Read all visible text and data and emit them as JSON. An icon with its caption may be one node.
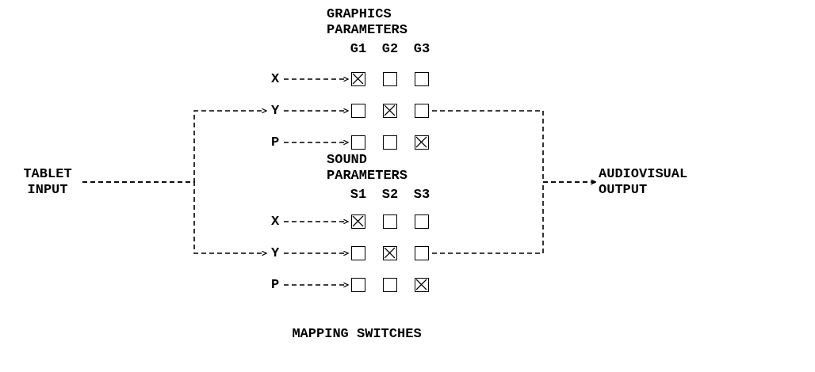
{
  "diagram": {
    "caption": "MAPPING SWITCHES",
    "nodes": [
      {
        "text": [
          "TABLET INPUT"
        ]
      },
      {
        "text": [
          "X"
        ]
      },
      {
        "text": [
          "Y"
        ]
      },
      {
        "text": [
          "P"
        ]
      },
      {
        "text": [],
        "shape": "checked"
      },
      {
        "text": [],
        "shape": "box"
      },
      {
        "text": [],
        "shape": "box"
      },
      {
        "text": [],
        "shape": "box"
      },
      {
        "text": [],
        "shape": "checked"
      },
      {
        "text": [],
        "shape": "box"
      },
      {
        "text": [],
        "shape": "box"
      },
      {
        "text": [],
        "shape": "box"
      },
      {
        "text": [],
        "shape": "checked"
      },
      {
        "text": [
          "X"
        ]
      },
      {
        "text": [
          "Y"
        ]
      },
      {
        "text": [
          "P"
        ]
      },
      {
        "text": [],
        "shape": "checked"
      },
      {
        "text": [],
        "shape": "box"
      },
      {
        "text": [],
        "shape": "box"
      },
      {
        "text": [],
        "shape": "box"
      },
      {
        "text": [],
        "shape": "checked"
      },
      {
        "text": [],
        "shape": "box"
      },
      {
        "text": [],
        "shape": "box"
      },
      {
        "text": [],
        "shape": "box"
      },
      {
        "text": [],
        "shape": "checked"
      },
      {
        "text": [
          "AUDIOVISUAL OUTPUT"
        ]
      }
    ],
    "edges": [
      {
        "from": 0,
        "to": 2,
        "arrow": "to"
      },
      {
        "from": 0,
        "to": 14,
        "arrow": "to"
      },
      {
        "from": 1,
        "to": 4,
        "arrow": "to"
      },
      {
        "from": 2,
        "to": 7,
        "arrow": "to"
      },
      {
        "from": 3,
        "to": 10,
        "arrow": "to"
      },
      {
        "from": 13,
        "to": 16,
        "arrow": "to"
      },
      {
        "from": 14,
        "to": 19,
        "arrow": "to"
      },
      {
        "from": 15,
        "to": 22,
        "arrow": "to"
      },
      {
        "from": 9,
        "to": 25,
        "arrow": "to"
      },
      {
        "from": 21,
        "to": 25,
        "arrow": "to"
      }
    ],
    "labels": [
      "GRAPHICS PARAMETERS",
      "G1",
      "G2",
      "G3",
      "SOUND PARAMETERS",
      "S1",
      "S2",
      "S3"
    ]
  }
}
